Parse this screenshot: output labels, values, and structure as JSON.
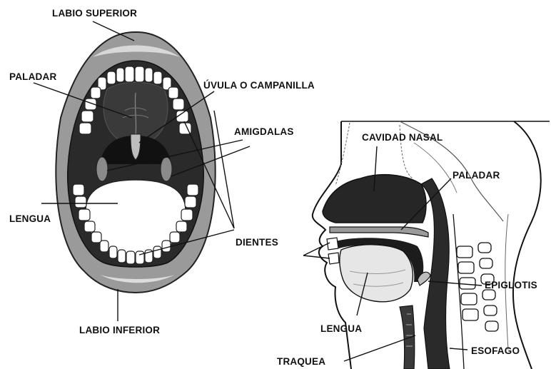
{
  "mouth_view": {
    "labio_superior": "LABIO SUPERIOR",
    "paladar": "PALADAR",
    "uvula": "ÚVULA O CAMPANILLA",
    "amigdalas": "AMIGDALAS",
    "lengua": "LENGUA",
    "dientes": "DIENTES",
    "labio_inferior": "LABIO INFERIOR"
  },
  "sagittal_view": {
    "cavidad_nasal": "CAVIDAD NASAL",
    "paladar": "PALADAR",
    "epiglotis": "EPIGLOTIS",
    "lengua": "LENGUA",
    "esofago": "ESOFAGO",
    "traquea": "TRAQUEA"
  }
}
